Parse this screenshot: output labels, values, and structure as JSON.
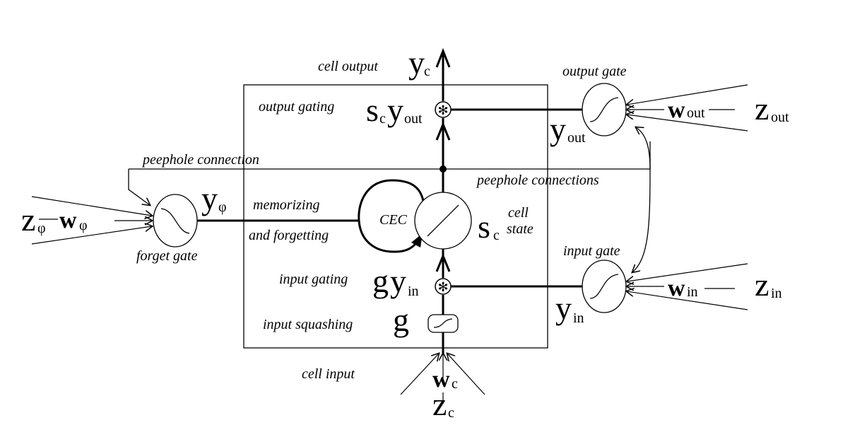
{
  "labels": {
    "cell_output": "cell output",
    "output_gating": "output gating",
    "output_gate": "output gate",
    "peephole_connection": "peephole connection",
    "peephole_connections": "peephole connections",
    "memorizing": "memorizing",
    "and_forgetting": "and forgetting",
    "cec": "CEC",
    "cell": "cell",
    "state": "state",
    "forget_gate": "forget gate",
    "input_gate": "input gate",
    "input_gating": "input gating",
    "input_squashing": "input squashing",
    "cell_input": "cell input"
  },
  "symbols": {
    "y_c": {
      "base": "y",
      "sub": "c"
    },
    "s_c_y_out": {
      "base1": "s",
      "sub1": "c",
      "base2": "y",
      "sub2": "out"
    },
    "y_out": {
      "base": "y",
      "sub": "out"
    },
    "w_out": {
      "base": "w",
      "sub": "out"
    },
    "z_out": {
      "base": "z",
      "sub": "out"
    },
    "y_phi": {
      "base": "y",
      "sub": "φ"
    },
    "z_phi": {
      "base": "z",
      "sub": "φ"
    },
    "w_phi": {
      "base": "w",
      "sub": "φ"
    },
    "s_c": {
      "base": "s",
      "sub": "c"
    },
    "g_y_in": {
      "base1": "g",
      "base2": "y",
      "sub2": "in"
    },
    "g": {
      "base": "g"
    },
    "y_in": {
      "base": "y",
      "sub": "in"
    },
    "w_in": {
      "base": "w",
      "sub": "in"
    },
    "z_in": {
      "base": "z",
      "sub": "in"
    },
    "w_c": {
      "base": "w",
      "sub": "c"
    },
    "z_c": {
      "base": "z",
      "sub": "c"
    }
  }
}
